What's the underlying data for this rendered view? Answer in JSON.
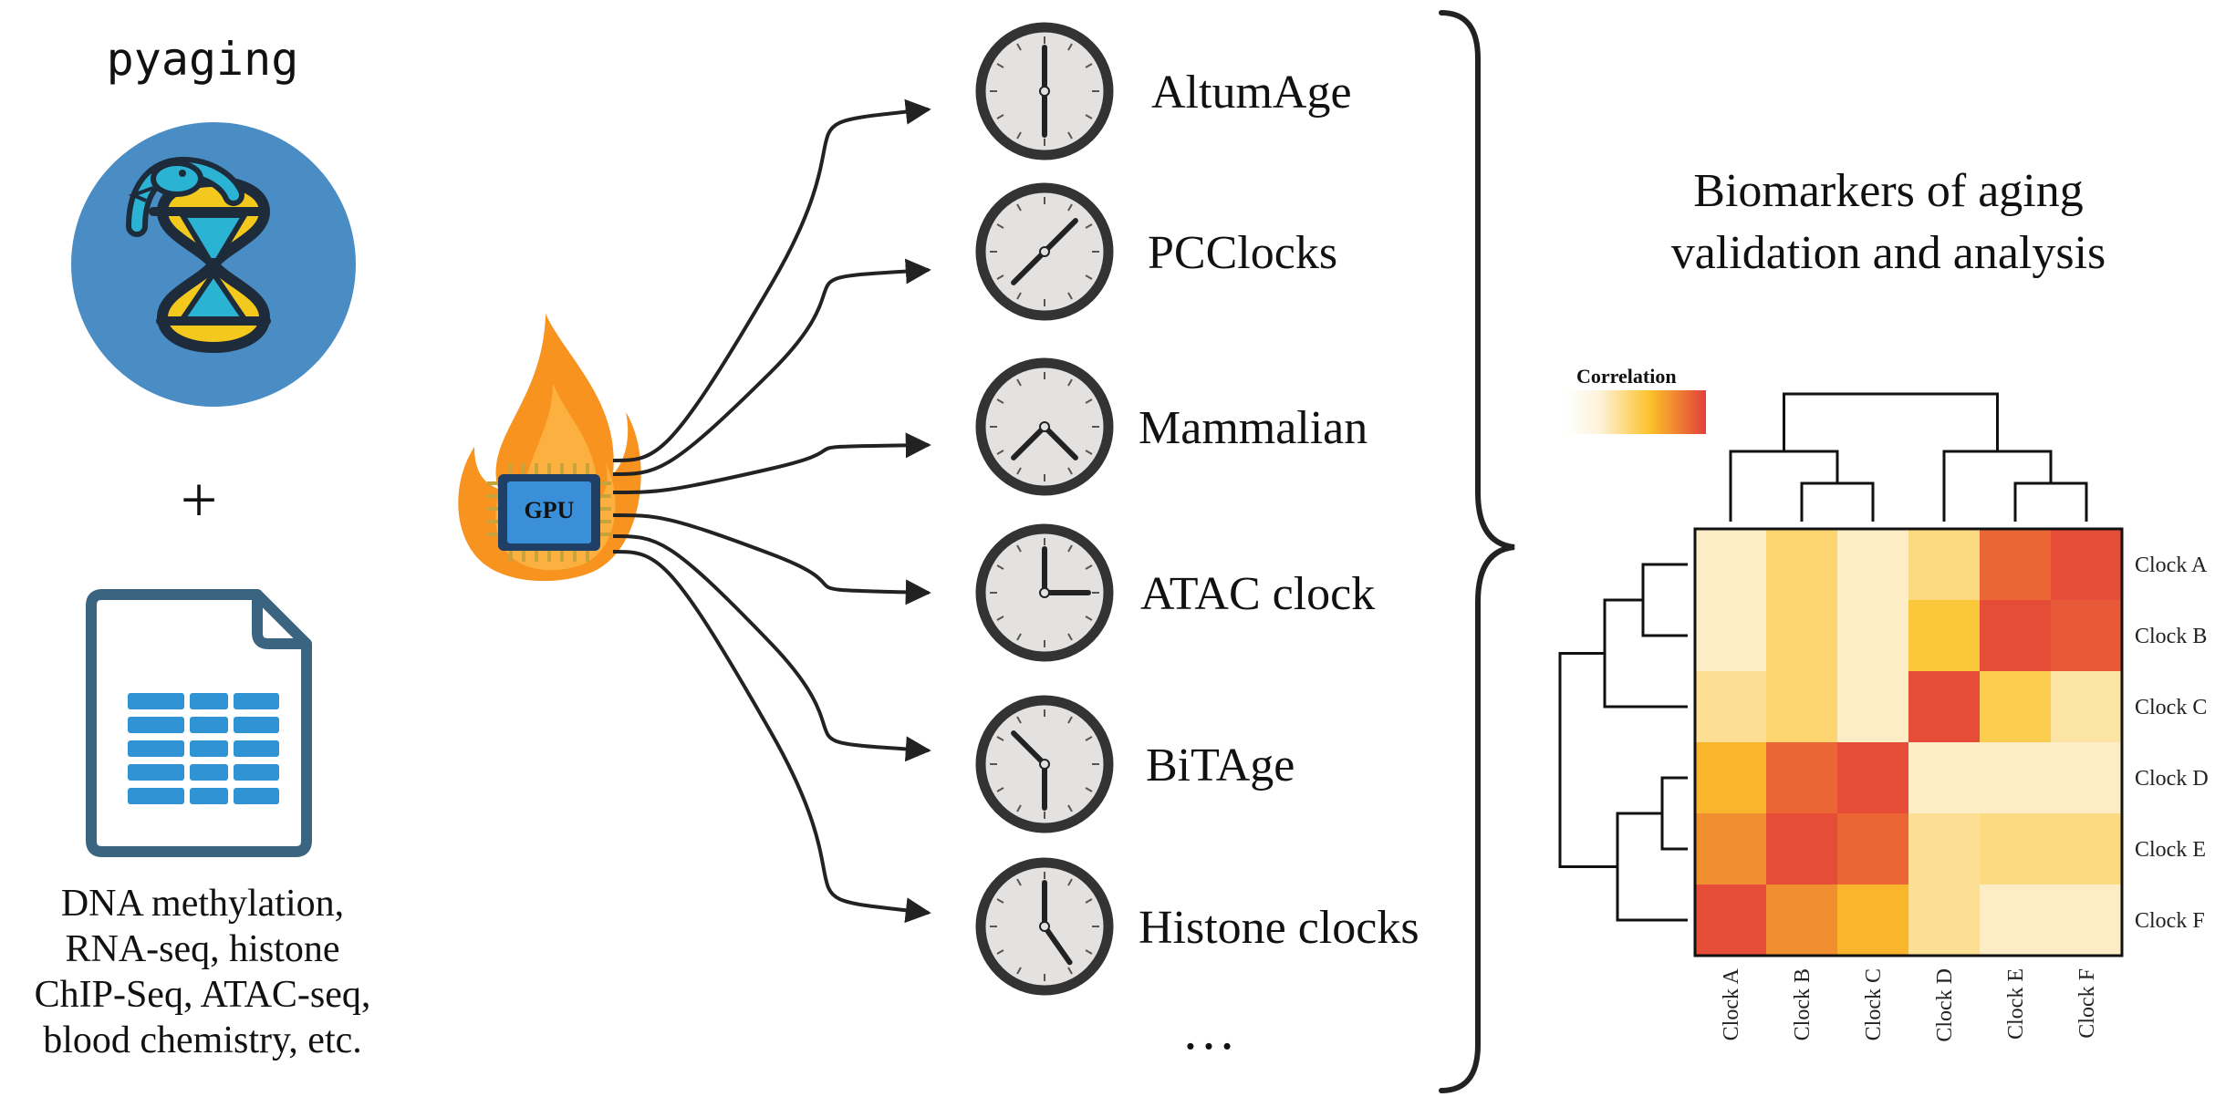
{
  "left": {
    "library_name": "pyaging",
    "plus_sign": "+",
    "input_description": [
      "DNA methylation,",
      "RNA-seq, histone",
      "ChIP-Seq, ATAC-seq,",
      "blood chemistry, etc."
    ]
  },
  "gpu": {
    "label": "GPU"
  },
  "clocks": [
    {
      "name": "AltumAge",
      "hour_deg": 0,
      "minute_deg": 180
    },
    {
      "name": "PCClocks",
      "hour_deg": 225,
      "minute_deg": 45
    },
    {
      "name": "Mammalian",
      "hour_deg": 225,
      "minute_deg": 135
    },
    {
      "name": "ATAC clock",
      "hour_deg": 0,
      "minute_deg": 90
    },
    {
      "name": "BiTAge",
      "hour_deg": 315,
      "minute_deg": 180
    },
    {
      "name": "Histone clocks",
      "hour_deg": 0,
      "minute_deg": 145
    }
  ],
  "clocks_more": "…",
  "right": {
    "title_lines": [
      "Biomarkers of aging",
      "validation and analysis"
    ],
    "colorbar_label": "Correlation",
    "colors": {
      "low": "#fdf2d8",
      "mid": "#fbc22a",
      "high": "#e3403a"
    }
  },
  "chart_data": {
    "type": "heatmap",
    "title": "",
    "legend_title": "Correlation",
    "row_labels": [
      "Clock A",
      "Clock B",
      "Clock C",
      "Clock D",
      "Clock E",
      "Clock F"
    ],
    "col_labels": [
      "Clock A",
      "Clock B",
      "Clock C",
      "Clock D",
      "Clock E",
      "Clock F"
    ],
    "values": [
      [
        0.05,
        0.3,
        0.05,
        0.25,
        0.85,
        0.95
      ],
      [
        0.05,
        0.3,
        0.05,
        0.45,
        0.95,
        0.9
      ],
      [
        0.2,
        0.3,
        0.05,
        0.95,
        0.4,
        0.15
      ],
      [
        0.55,
        0.85,
        0.95,
        0.05,
        0.05,
        0.05
      ],
      [
        0.7,
        0.95,
        0.85,
        0.2,
        0.25,
        0.25
      ],
      [
        0.95,
        0.7,
        0.55,
        0.2,
        0.05,
        0.05
      ]
    ],
    "col_dendrogram": [
      {
        "merge": [
          1,
          2
        ],
        "height": 0.3
      },
      {
        "merge": [
          0,
          6
        ],
        "height": 0.55
      },
      {
        "merge": [
          4,
          5
        ],
        "height": 0.3
      },
      {
        "merge": [
          3,
          8
        ],
        "height": 0.55
      },
      {
        "merge": [
          7,
          9
        ],
        "height": 1.0
      }
    ],
    "row_dendrogram": [
      {
        "merge": [
          0,
          1
        ],
        "height": 0.35
      },
      {
        "merge": [
          6,
          2
        ],
        "height": 0.65
      },
      {
        "merge": [
          3,
          4
        ],
        "height": 0.2
      },
      {
        "merge": [
          8,
          5
        ],
        "height": 0.55
      },
      {
        "merge": [
          7,
          9
        ],
        "height": 1.0
      }
    ]
  }
}
